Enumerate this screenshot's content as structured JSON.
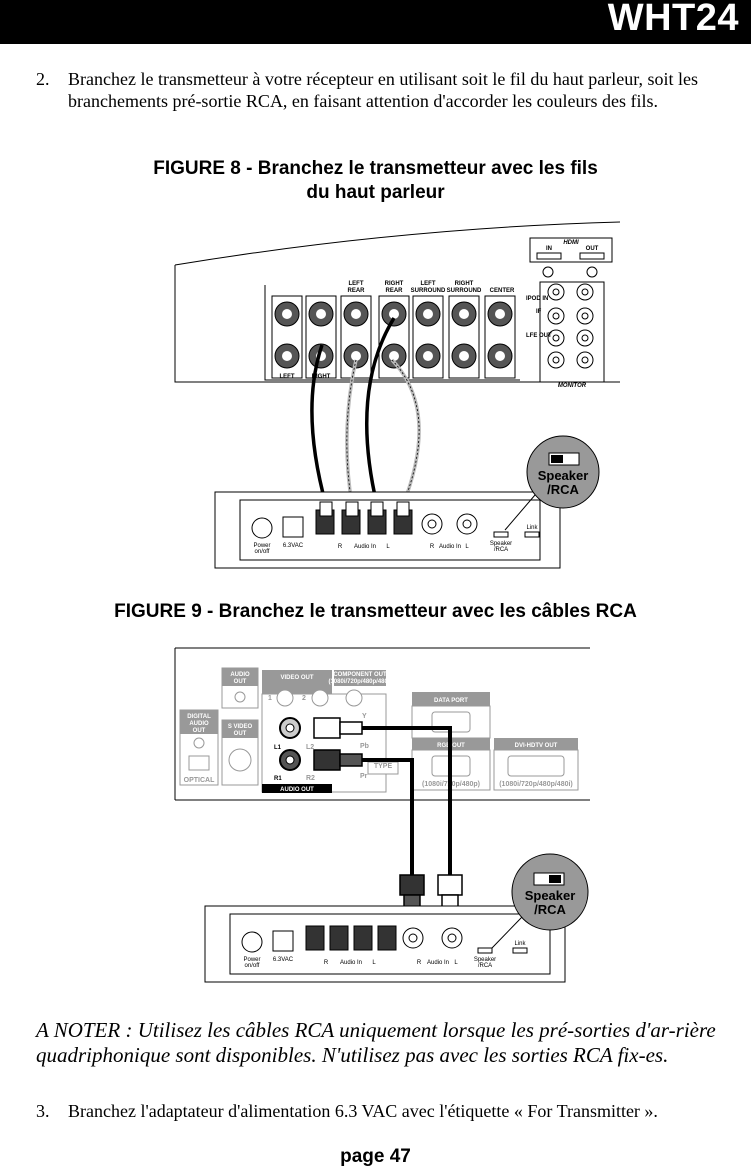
{
  "header": {
    "title": "WHT24"
  },
  "step2": {
    "num": "2.",
    "text": "Branchez le transmetteur à votre récepteur en utilisant soit le fil du haut parleur, soit les branchements pré-sortie RCA, en faisant attention d'accorder les couleurs des fils."
  },
  "figure8": {
    "caption_line1": "FIGURE 8 - Branchez le transmetteur avec les fils",
    "caption_line2": "du haut parleur",
    "receiver": {
      "left_rear": [
        "LEFT",
        "REAR"
      ],
      "right_rear": [
        "RIGHT",
        "REAR"
      ],
      "left_surround": [
        "LEFT",
        "SURROUND"
      ],
      "right_surround": [
        "RIGHT",
        "SURROUND"
      ],
      "center": "CENTER",
      "left": "LEFT",
      "right": "RIGHT",
      "hdmi": "HDMI",
      "hdmi_in": "IN",
      "hdmi_out": "OUT",
      "ipod_in": "IPOD IN",
      "if": "IF",
      "lfe_out": "LFE OUT",
      "monitor": "MONITOR"
    },
    "transmitter": {
      "power": [
        "Power",
        "on/off"
      ],
      "vac": "6.3VAC",
      "r1": "R",
      "audio_in1": "Audio In",
      "l1": "L",
      "r2": "R",
      "audio_in2": "Audio In",
      "l2": "L",
      "speaker_rca": [
        "Speaker",
        "/RCA"
      ],
      "link": "Link"
    },
    "callout": [
      "Speaker",
      "/RCA"
    ]
  },
  "figure9": {
    "caption": "FIGURE 9 - Branchez le transmetteur avec les câbles RCA",
    "receiver": {
      "audio_out_top": [
        "AUDIO",
        "OUT"
      ],
      "video_out": "VIDEO OUT",
      "component_out": [
        "COMPONENT OUT",
        "(1080i/720p/480p/480i)"
      ],
      "digital_audio_out": [
        "DIGITAL",
        "AUDIO",
        "OUT"
      ],
      "s_video_out": [
        "S VIDEO",
        "OUT"
      ],
      "optical": "OPTICAL",
      "one": "1",
      "two": "2",
      "y": "Y",
      "pb": "Pb",
      "pr": "Pr",
      "l1": "L1",
      "l2": "L2",
      "r1": "R1",
      "r2": "R2",
      "audio_out": "AUDIO OUT",
      "type": "TYPE",
      "data_port": "DATA PORT",
      "rgb_out": "RGB OUT",
      "rgb_res": "(1080i/720p/480p)",
      "dvi_out": "DVI-HDTV OUT",
      "dvi_res": "(1080i/720p/480p/480i)"
    },
    "transmitter": {
      "power": [
        "Power",
        "on/off"
      ],
      "vac": "6.3VAC",
      "r1": "R",
      "audio_in1": "Audio In",
      "l1": "L",
      "r2": "R",
      "audio_in2": "Audio In",
      "l2": "L",
      "speaker_rca": [
        "Speaker",
        "/RCA"
      ],
      "link": "Link"
    },
    "callout": [
      "Speaker",
      "/RCA"
    ]
  },
  "note": "A NOTER : Utilisez les câbles RCA uniquement lorsque les pré-sorties d'ar-rière  quadriphonique sont disponibles. N'utilisez pas avec les sorties RCA fix-es.",
  "step3": {
    "num": "3.",
    "text": "Branchez l'adaptateur d'alimentation 6.3 VAC avec l'étiquette « For Transmitter »."
  },
  "footer": {
    "page": "page 47"
  }
}
